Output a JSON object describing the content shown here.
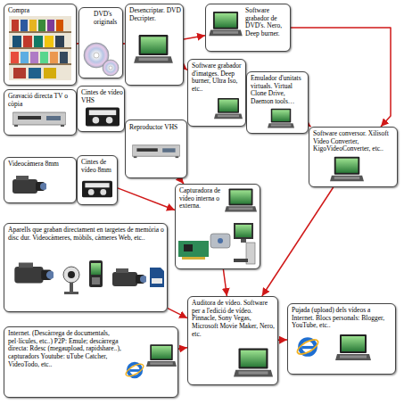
{
  "diagram": {
    "nodes": [
      {
        "text": [
          "Compra"
        ]
      },
      {
        "text": [
          "DVD's originals"
        ]
      },
      {
        "text": [
          "Desencriptar. DVD Decripter."
        ]
      },
      {
        "text": [
          "Software grabador de DVD's. Nero, Deep burner."
        ]
      },
      {
        "text": [
          "Software grabador d'imatges. Deep burner, Ultra Iso, etc.."
        ]
      },
      {
        "text": [
          "Emulador d'unitats virtuals. Virtual Clone Drive, Daemon tools…"
        ]
      },
      {
        "text": [
          "Gravació directa TV o còpia"
        ]
      },
      {
        "text": [
          "Cintes de vídeo VHS"
        ]
      },
      {
        "text": [
          "Reproductor VHS"
        ]
      },
      {
        "text": [
          "Software conversor. Xilisoft Video Converter, KigoVideoConverter, etc.."
        ]
      },
      {
        "text": [
          "Videocàmera 8mm"
        ]
      },
      {
        "text": [
          "Cintes de vídeo 8mm"
        ]
      },
      {
        "text": [
          "Capturadora de vídeo interna o externa."
        ]
      },
      {
        "text": [
          "Aparells que graban directament en targetes de memòria o disc dur. Videocàmeres, mòbils, càmeres Web, etc.."
        ]
      },
      {
        "text": [
          "Auditora de vídeo. Software per a l'edició de vídeo. Pinnacle, Sony Vegas, Microsoft Movie Maker, Nero, etc."
        ]
      },
      {
        "text": [
          "Pujada (upload) dels vídeos a Internet. Blocs personals: Blogger, YouTube, etc.."
        ]
      },
      {
        "text": [
          "Internet. (Descàrrega de documentals, pel·lícules, etc..) P2P: Emule; descàrrega directa: Rdesc (megaupload, rapidshare..), capturadors Youtube: uTube Catcher, VideoTodo, etc.."
        ]
      }
    ],
    "edges": [
      {
        "from": 0,
        "to": 1,
        "arrow": "to"
      },
      {
        "from": 1,
        "to": 2,
        "arrow": "to"
      },
      {
        "from": 2,
        "to": 3,
        "arrow": "to"
      },
      {
        "from": 2,
        "to": 4,
        "arrow": "to"
      },
      {
        "from": 4,
        "to": 5,
        "arrow": "to"
      },
      {
        "from": 3,
        "to": 9,
        "arrow": "to"
      },
      {
        "from": 5,
        "to": 9,
        "arrow": "to"
      },
      {
        "from": 6,
        "to": 7,
        "arrow": "to"
      },
      {
        "from": 7,
        "to": 8,
        "arrow": "to"
      },
      {
        "from": 8,
        "to": 12,
        "arrow": "to"
      },
      {
        "from": 10,
        "to": 11,
        "arrow": "to"
      },
      {
        "from": 11,
        "to": 12,
        "arrow": "to"
      },
      {
        "from": 12,
        "to": 14,
        "arrow": "to"
      },
      {
        "from": 13,
        "to": 14,
        "arrow": "to"
      },
      {
        "from": 16,
        "to": 14,
        "arrow": "to"
      },
      {
        "from": 9,
        "to": 14,
        "arrow": "to"
      },
      {
        "from": 14,
        "to": 15,
        "arrow": "to"
      }
    ]
  }
}
